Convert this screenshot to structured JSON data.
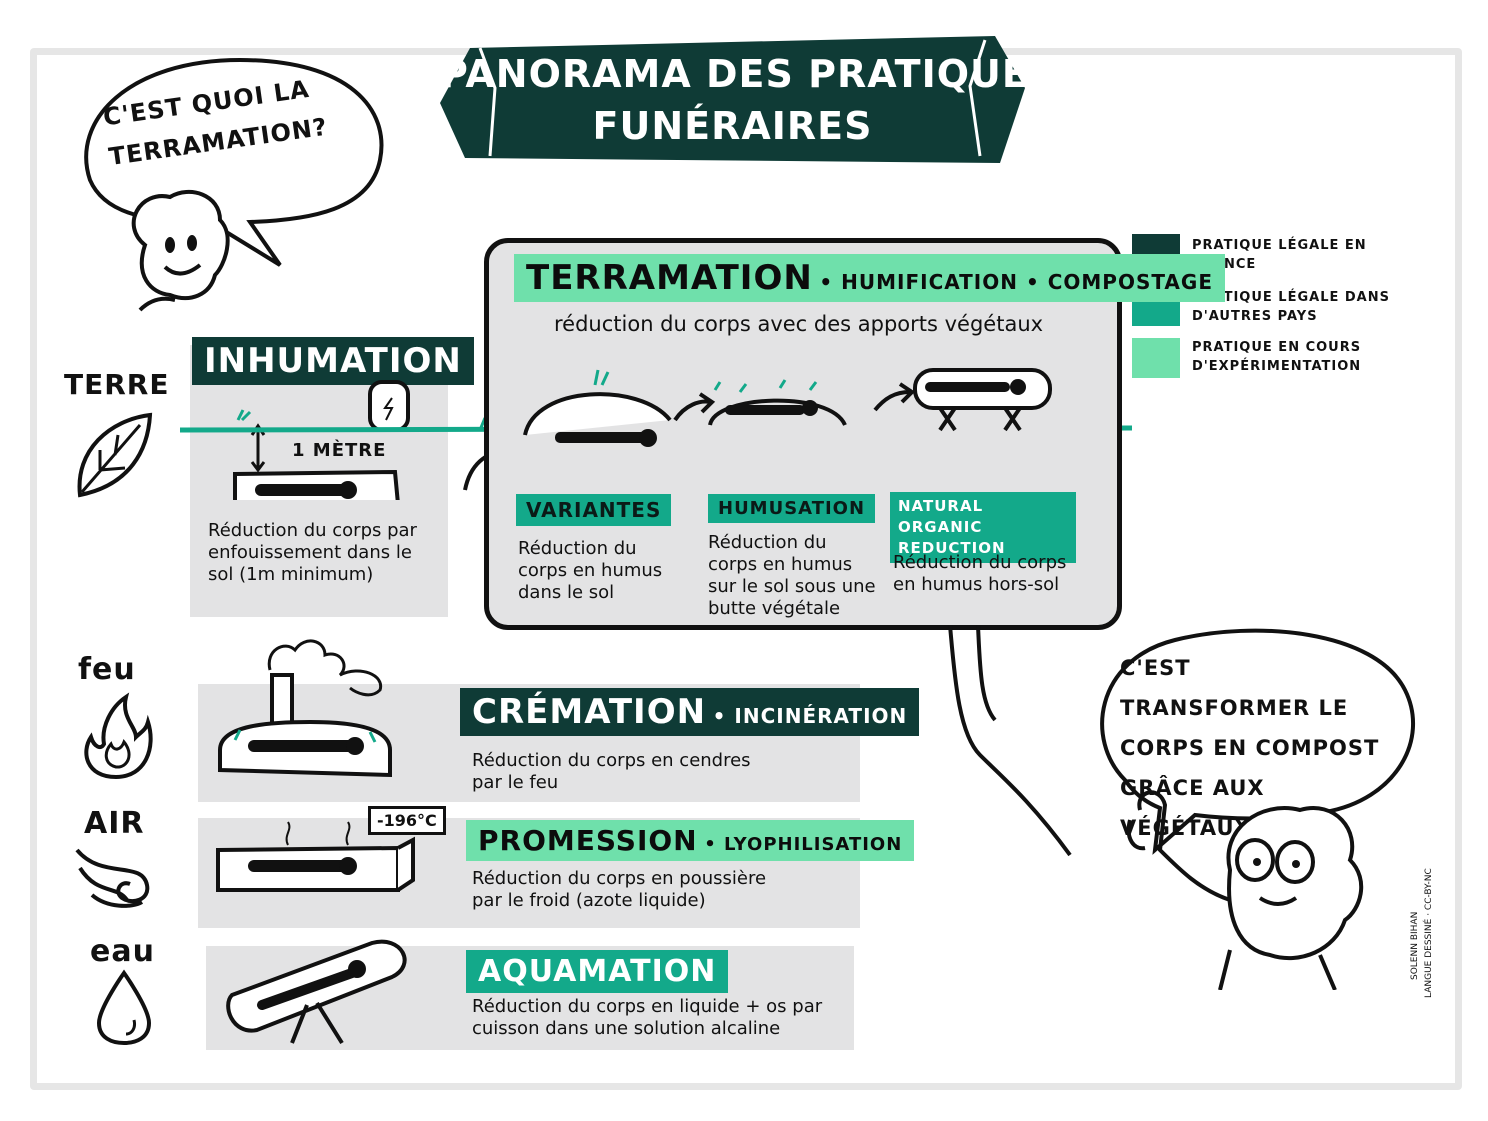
{
  "title": {
    "line1": "PANORAMA des PRATIQUES",
    "line2": "funéraires"
  },
  "question_bubble": "C'est quoi la terramation?",
  "answer_bubble": "C'est transformer le corps en compost grâce aux végétaux",
  "legend": {
    "items": [
      {
        "label": "PRATIQUE LÉGALE EN FRANCE",
        "color": "#0f3b36"
      },
      {
        "label": "PRATIQUE LÉGALE DANS D'AUTRES PAYS",
        "color": "#13a98a"
      },
      {
        "label": "PRATIQUE EN COURS D'EXPÉRIMENTATION",
        "color": "#6fe0ab"
      }
    ]
  },
  "elements": {
    "terre": "TERRE",
    "feu": "feu",
    "air": "AIR",
    "eau": "eau"
  },
  "inhumation": {
    "title": "INHUMATION",
    "depth": "1 MÈTRE",
    "desc": "Réduction du corps par enfouissement dans le sol (1m minimum)"
  },
  "terramation": {
    "title_main": "TERRAMATION",
    "title_rest": "• HUMIFICATION • COMPOSTAGE",
    "subtitle": "réduction du corps avec des apports végétaux",
    "variants": [
      {
        "label": "VARIANTES",
        "desc": "Réduction du corps en humus dans le sol"
      },
      {
        "label": "HUMUSATION",
        "desc": "Réduction du corps en humus sur le sol sous une butte végétale"
      },
      {
        "label": "NATURAL ORGANIC REDUCTION",
        "desc": "Réduction du corps en humus hors-sol"
      }
    ]
  },
  "cremation": {
    "title_main": "CRÉMATION",
    "title_rest": "• INCINÉRATION",
    "desc": "Réduction du corps en cendres par le feu"
  },
  "promession": {
    "title_main": "PROMESSION",
    "title_rest": "• LYOPHILISATION",
    "desc": "Réduction du corps en poussière par le froid (azote liquide)",
    "temp": "-196°C"
  },
  "aquamation": {
    "title_main": "AQUAMATION",
    "desc": "Réduction du corps en liquide + os par cuisson dans une solution alcaline"
  },
  "credit": {
    "line1": "SOLENN BIHAN",
    "line2": "LANGUE DESSINÉ · CC-BY-NC"
  }
}
